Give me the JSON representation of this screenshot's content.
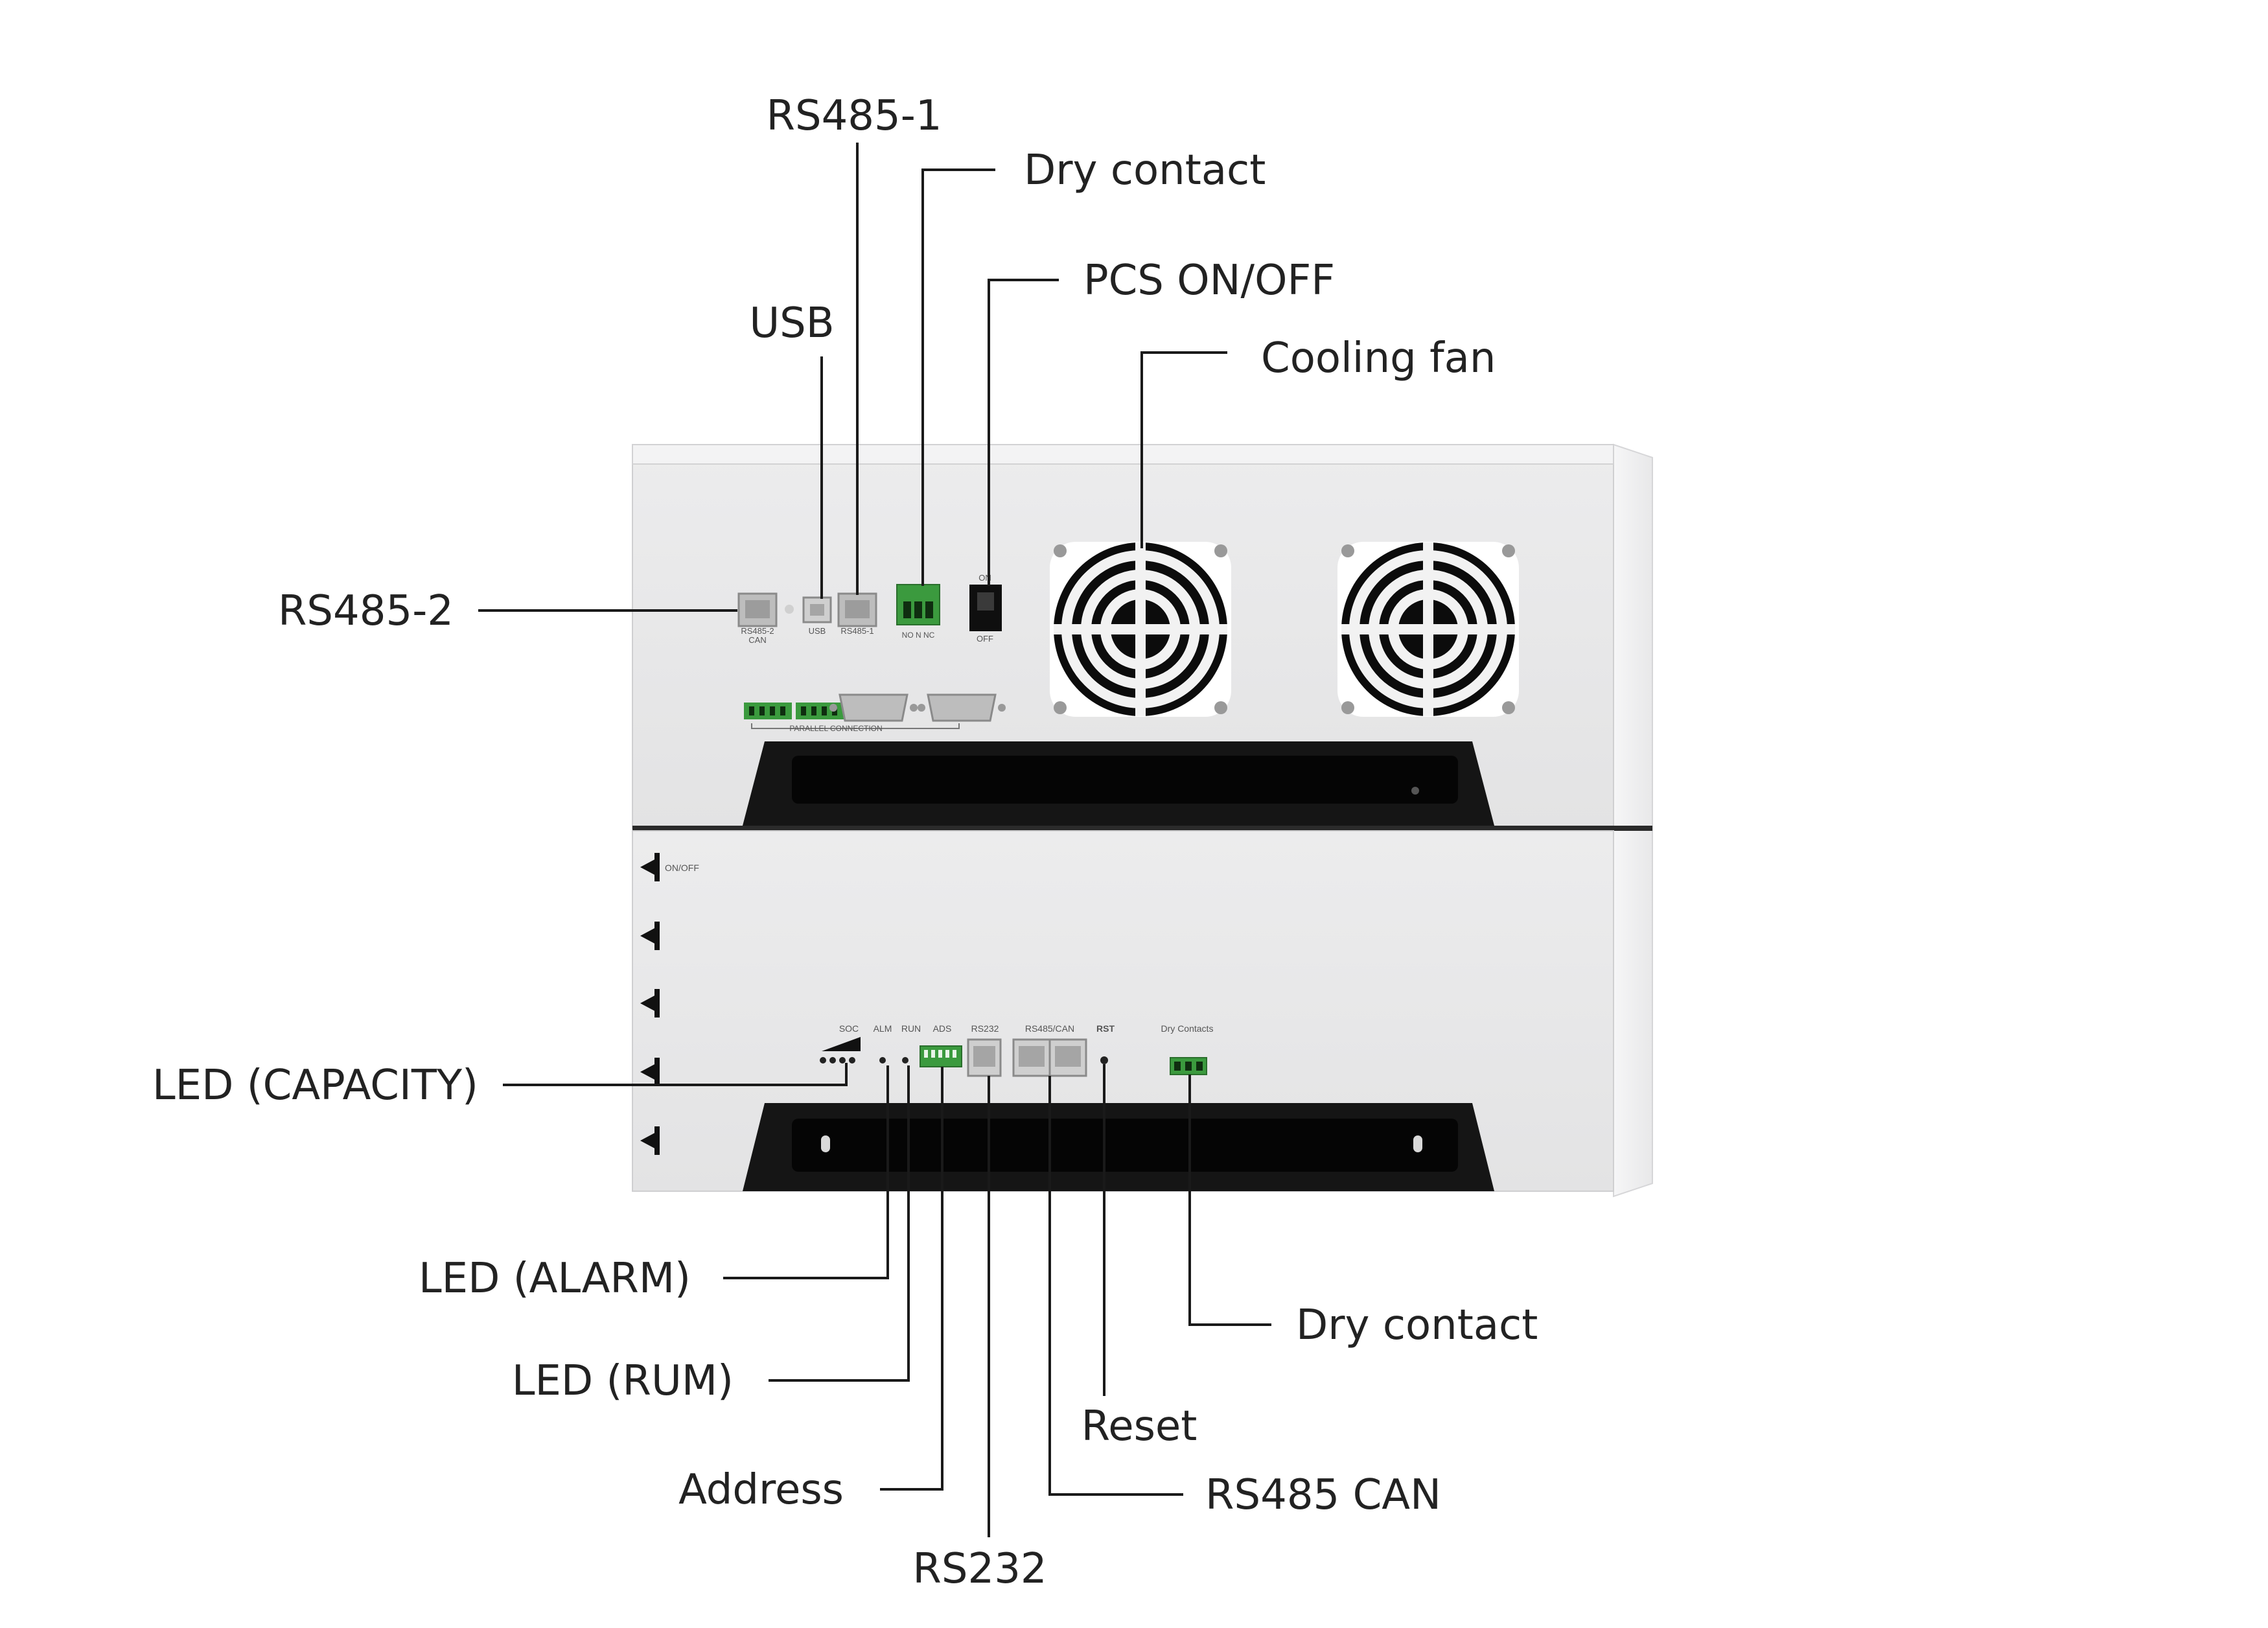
{
  "callouts": {
    "rs485_1": "RS485-1",
    "dry_contact_top": "Dry contact",
    "pcs_on_off": "PCS ON/OFF",
    "usb": "USB",
    "cooling_fan": "Cooling fan",
    "rs485_2": "RS485-2",
    "led_capacity": "LED (CAPACITY)",
    "led_alarm": "LED (ALARM)",
    "led_rum": "LED (RUM)",
    "address": "Address",
    "rs232": "RS232",
    "reset": "Reset",
    "rs485_can": "RS485 CAN",
    "dry_contact_bottom": "Dry contact"
  },
  "panel_labels": {
    "rs485_2_can_line1": "RS485-2",
    "rs485_2_can_line2": "CAN",
    "usb": "USB",
    "rs485_1": "RS485-1",
    "nc_n_nc": "NO N NC",
    "switch_on": "ON",
    "switch_off": "OFF",
    "parallel_connection": "PARALLEL CONNECTION",
    "on_off": "ON/OFF",
    "soc": "SOC",
    "alm": "ALM",
    "run": "RUN",
    "ads": "ADS",
    "rs232": "RS232",
    "rs485_can": "RS485/CAN",
    "rst": "RST",
    "dry_contacts": "Dry Contacts"
  },
  "colors": {
    "cabinet": "#e9e9ea",
    "cabinet_edge": "#f4f4f5",
    "handle": "#111111",
    "terminal_green": "#3b9a3e",
    "text": "#222222"
  }
}
